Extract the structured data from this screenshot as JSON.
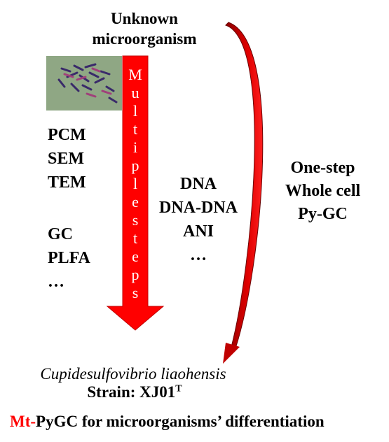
{
  "title": {
    "line1": "Unknown",
    "line2": "microorganism"
  },
  "arrow": {
    "letters": [
      "M",
      "u",
      "l",
      "t",
      "i",
      "p",
      "l",
      "e",
      "s",
      "t",
      "e",
      "p",
      "s"
    ],
    "color": "#ff0000"
  },
  "left_methods": {
    "imaging": [
      "PCM",
      "SEM",
      "TEM"
    ],
    "chemical": [
      "GC",
      "PLFA",
      "…"
    ]
  },
  "middle_methods": [
    "DNA",
    "DNA-DNA",
    "ANI",
    "…"
  ],
  "right_label": [
    "One-step",
    "Whole cell",
    "Py-GC"
  ],
  "result": {
    "species": "Cupidesulfovibrio liaohensis",
    "strain_prefix": "Strain: XJ01",
    "strain_sup": "T"
  },
  "footer": {
    "highlight": "Mt-",
    "rest": "PyGC for microorganisms’ differentiation",
    "highlight_color": "#ff0000"
  }
}
